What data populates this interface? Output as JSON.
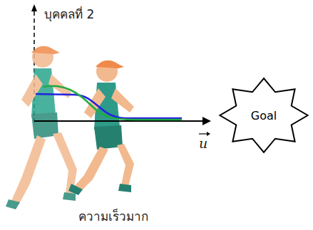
{
  "diagram": {
    "nodes": [
      {
        "text": [
          "Goal"
        ]
      }
    ],
    "labels": [
      "บุคคลที่ 2",
      "u",
      "ความเร็วมาก"
    ]
  }
}
